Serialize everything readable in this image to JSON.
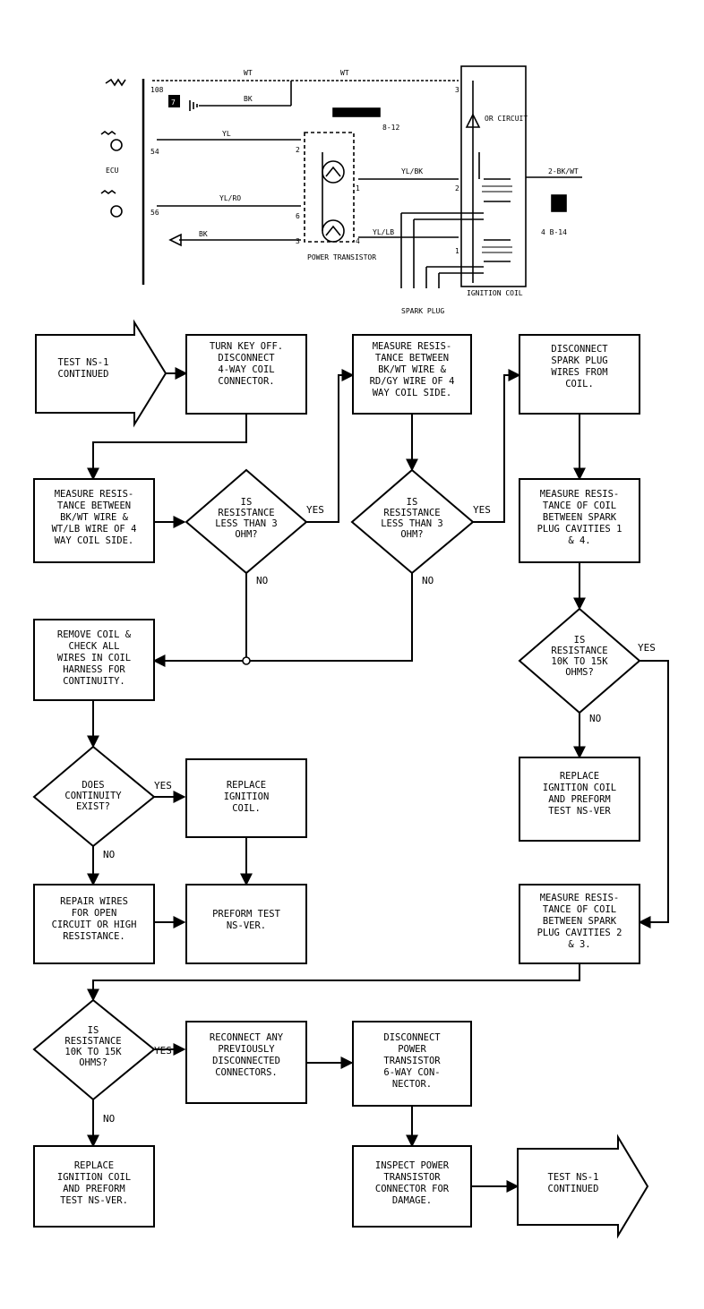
{
  "schematic": {
    "labels": {
      "wt1": "WT",
      "wt2": "WT",
      "bk_ground": "BK",
      "connector_ref1": "8-12",
      "connector_ref2": "4 B-14",
      "yl": "YL",
      "yl_ro": "YL/RO",
      "bk": "BK",
      "yl_bk": "YL/BK",
      "yl_lb": "YL/LB",
      "or_circuit": "OR CIRCUIT",
      "out_wire": "2-BK/WT",
      "pin_3_top": "3",
      "pin_2_coil": "2",
      "pin_1_coil": "1",
      "pin_2_pt": "2",
      "pin_6_pt": "6",
      "pin_3_pt": "3",
      "pin_1_pt": "1",
      "pin_4_pt": "4",
      "pin_108": "108",
      "pin_54": "54",
      "pin_56": "56",
      "ecu": "ECU",
      "num7": "7",
      "power_transistor": "POWER TRANSISTOR",
      "ignition_coil": "IGNITION COIL",
      "spark_plug": "SPARK PLUG"
    }
  },
  "flowchart": {
    "start": [
      "TEST NS-1",
      "CONTINUED"
    ],
    "b1": [
      "TURN KEY OFF.",
      "DISCONNECT",
      "4-WAY COIL",
      "CONNECTOR."
    ],
    "b2": [
      "MEASURE RESIS-",
      "TANCE BETWEEN",
      "BK/WT WIRE &",
      "RD/GY WIRE OF 4",
      "WAY COIL SIDE."
    ],
    "b3": [
      "DISCONNECT",
      "SPARK PLUG",
      "WIRES FROM",
      "COIL."
    ],
    "b4": [
      "MEASURE RESIS-",
      "TANCE BETWEEN",
      "BK/WT WIRE &",
      "WT/LB WIRE OF 4",
      "WAY COIL SIDE."
    ],
    "d1": [
      "IS",
      "RESISTANCE",
      "LESS THAN 3",
      "OHM?"
    ],
    "d2": [
      "IS",
      "RESISTANCE",
      "LESS THAN 3",
      "OHM?"
    ],
    "b5": [
      "MEASURE RESIS-",
      "TANCE OF COIL",
      "BETWEEN SPARK",
      "PLUG CAVITIES 1",
      "& 4."
    ],
    "b6": [
      "REMOVE COIL &",
      "CHECK ALL",
      "WIRES IN COIL",
      "HARNESS FOR",
      "CONTINUITY."
    ],
    "d3": [
      "IS",
      "RESISTANCE",
      "10K TO 15K",
      "OHMS?"
    ],
    "d4": [
      "DOES",
      "CONTINUITY",
      "EXIST?"
    ],
    "b7": [
      "REPLACE",
      "IGNITION",
      "COIL."
    ],
    "b8": [
      "REPLACE",
      "IGNITION COIL",
      "AND PREFORM",
      "TEST NS-VER"
    ],
    "b9": [
      "REPAIR WIRES",
      "FOR OPEN",
      "CIRCUIT OR HIGH",
      "RESISTANCE."
    ],
    "b10": [
      "PREFORM TEST",
      "NS-VER."
    ],
    "b11": [
      "MEASURE RESIS-",
      "TANCE OF COIL",
      "BETWEEN SPARK",
      "PLUG CAVITIES 2",
      "& 3."
    ],
    "d5": [
      "IS",
      "RESISTANCE",
      "10K TO 15K",
      "OHMS?"
    ],
    "b12": [
      "RECONNECT ANY",
      "PREVIOUSLY",
      "DISCONNECTED",
      "CONNECTORS."
    ],
    "b13": [
      "DISCONNECT",
      "POWER",
      "TRANSISTOR",
      "6-WAY CON-",
      "NECTOR."
    ],
    "b14": [
      "REPLACE",
      "IGNITION COIL",
      "AND PREFORM",
      "TEST NS-VER."
    ],
    "b15": [
      "INSPECT POWER",
      "TRANSISTOR",
      "CONNECTOR FOR",
      "DAMAGE."
    ],
    "end": [
      "TEST NS-1",
      "CONTINUED"
    ],
    "edges": {
      "yes": "YES",
      "no": "NO"
    }
  }
}
